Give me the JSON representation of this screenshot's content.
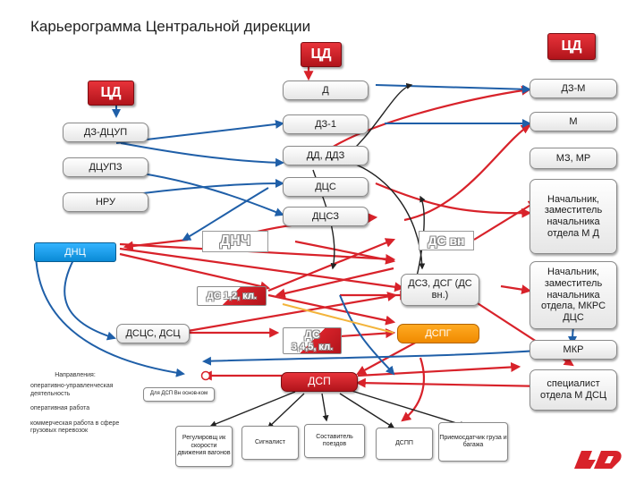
{
  "title": "Карьерограмма Центральной дирекции",
  "nodes": {
    "cd_top_right": "ЦД",
    "cd_center": "ЦД",
    "cd_left": "ЦД",
    "d": "Д",
    "dz_m": "ДЗ-М",
    "dz_dcup": "ДЗ-ДЦУП",
    "dz1": "ДЗ-1",
    "m": "М",
    "dcupz": "ДЦУПЗ",
    "dd_ddz": "ДД, ДДЗ",
    "mz_mr": "МЗ, МР",
    "dcs": "ДЦС",
    "nru": "НРУ",
    "dcsz": "ДЦСЗ",
    "head_m": "Начальник, заместитель начальника отдела М Д",
    "dnc": "ДНЦ",
    "dnch": "ДНЧ",
    "ds_vn": "ДС вн",
    "head_mkrs": "Начальник, заместитель начальника отдела, МКРС ДЦС",
    "dsz_dsg": "ДСЗ, ДСГ (ДС вн.)",
    "ds_12": "ДС 1,2, кл.",
    "dscs_dsc": "ДСЦС, ДСЦ",
    "ds_345_a": "ДС",
    "ds_345_b": "3,4,5, кл.",
    "dspg": "ДСПГ",
    "mkr": "МКР",
    "dsp": "ДСП",
    "specialist": "специалист отдела М ДСЦ",
    "dsp_note": "Для ДСП Вн основ-ком",
    "regulator": "Регулировщ ик скорости движения вагонов",
    "signalist": "Сигналист",
    "composer": "Составитель поездов",
    "dspp": "ДСПП",
    "receiver": "Приемосдатчик груза и багажа"
  },
  "legend": {
    "title": "Направления:",
    "items": [
      {
        "label": "оперативно-управленческая деятельность",
        "color": "#2255aa"
      },
      {
        "label": "оперативная работа",
        "color": "#d8222a"
      },
      {
        "label": "коммерческая работа в сфере грузовых перевозок",
        "color": "#222222"
      }
    ]
  },
  "colors": {
    "red": "#d8222a",
    "blue": "#1f5fa8",
    "dark": "#222222",
    "orange": "#f39200",
    "accent_blue": "#1a9be6"
  }
}
